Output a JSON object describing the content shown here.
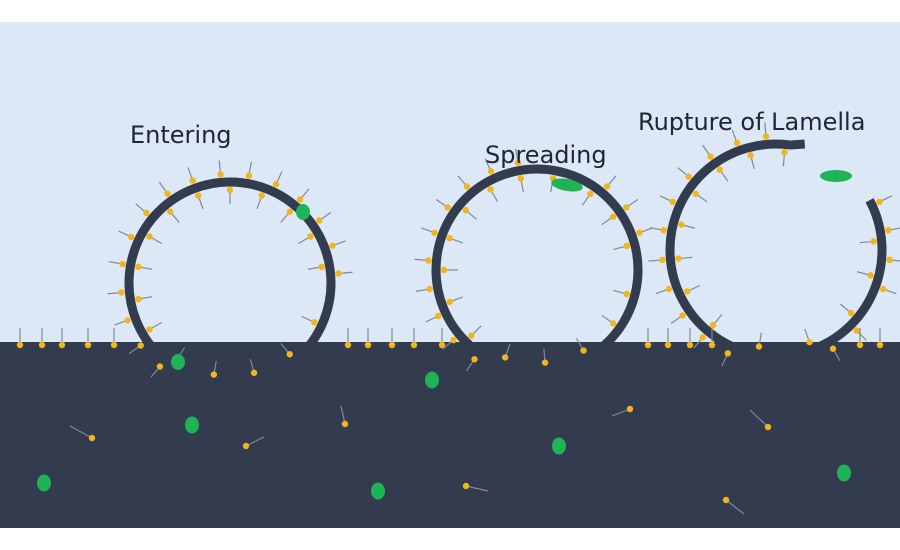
{
  "stages": [
    {
      "label": "Entering"
    },
    {
      "label": "Spreading"
    },
    {
      "label": "Rupture of Lamella"
    }
  ],
  "colors": {
    "air": "#dce8f5",
    "liquid": "#323c4e",
    "film": "#323c4e",
    "surfactant_head": "#f3b41c",
    "surfactant_tail": "#7f8a99",
    "antifoam_droplet": "#1db356",
    "background": "#ffffff"
  }
}
